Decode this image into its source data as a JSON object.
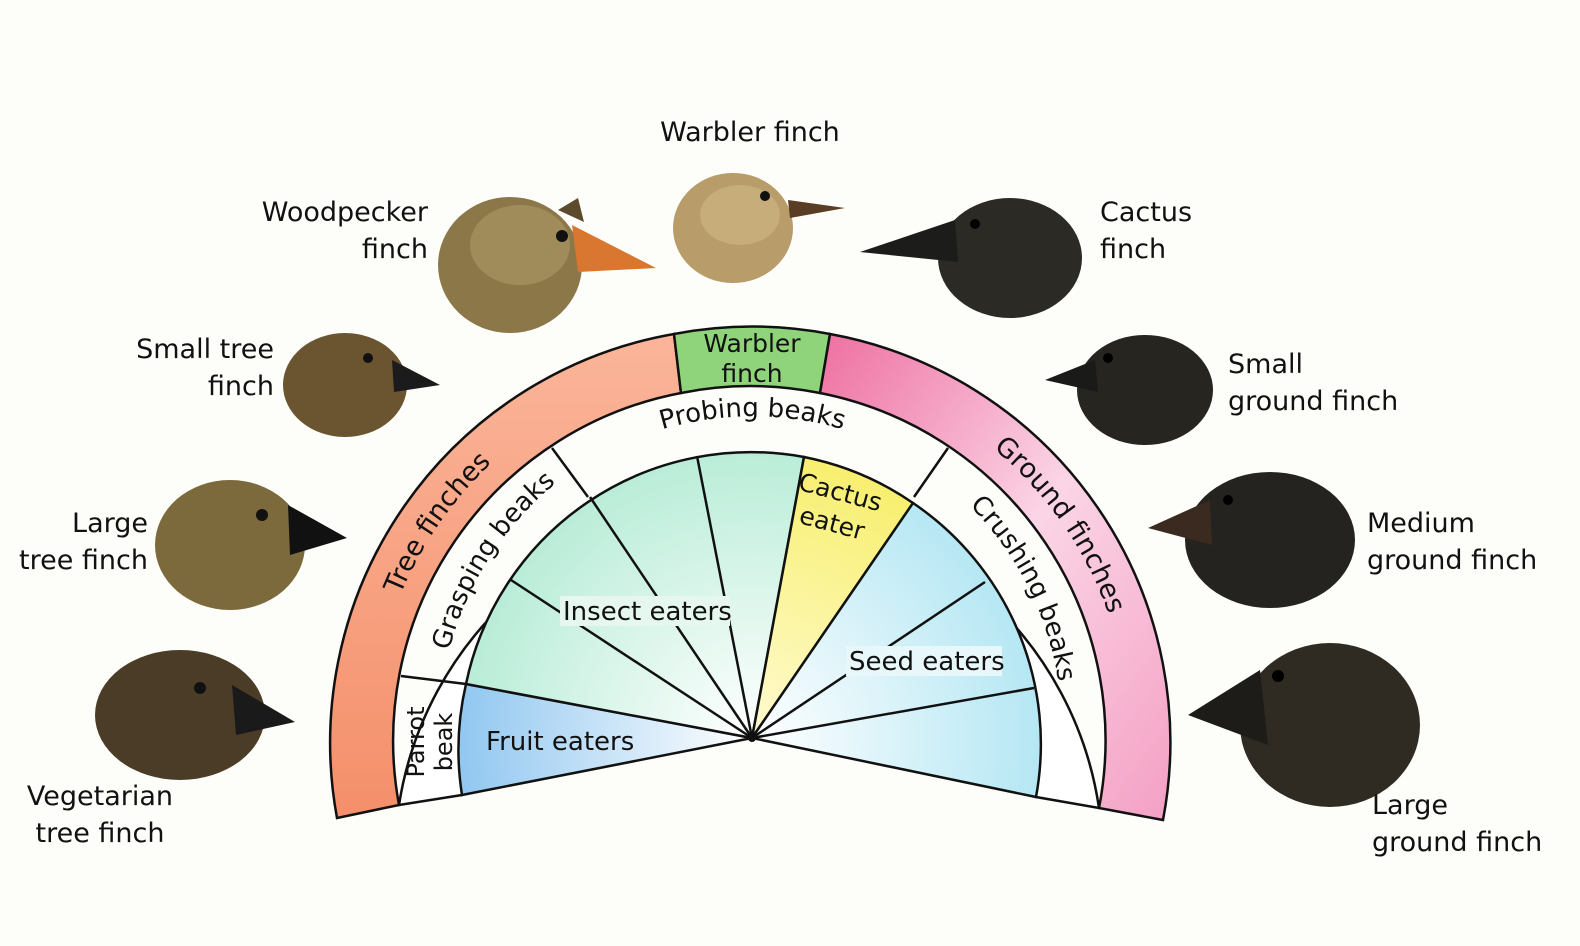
{
  "birds": {
    "warbler": "Warbler finch",
    "woodpecker": "Woodpecker\nfinch",
    "cactus": "Cactus\nfinch",
    "small_tree": "Small tree\nfinch",
    "small_ground": "Small\nground finch",
    "large_tree": "Large\ntree finch",
    "medium_ground": "Medium\nground finch",
    "vegetarian": "Vegetarian\ntree finch",
    "large_ground": "Large\nground finch"
  },
  "outer_ring": {
    "tree_finches": "Tree finches",
    "warbler_line1": "Warbler",
    "warbler_line2": "finch",
    "ground_finches": "Ground finches"
  },
  "middle_ring": {
    "parrot_line1": "Parrot",
    "parrot_line2": "beak",
    "grasping": "Grasping beaks",
    "probing": "Probing beaks",
    "crushing": "Crushing beaks"
  },
  "inner": {
    "fruit": "Fruit eaters",
    "insect": "Insect eaters",
    "cactus_line1": "Cactus",
    "cactus_line2": "eater",
    "seed": "Seed eaters"
  },
  "colors": {
    "tree_finches": "#f7a07f",
    "warbler": "#8fd47a",
    "ground_finches": "#f07aa8",
    "fruit_eaters": "#9ccdf2",
    "insect_eaters": "#bfeedd",
    "cactus_eater": "#f9f07a",
    "seed_eaters": "#bde8f2"
  }
}
